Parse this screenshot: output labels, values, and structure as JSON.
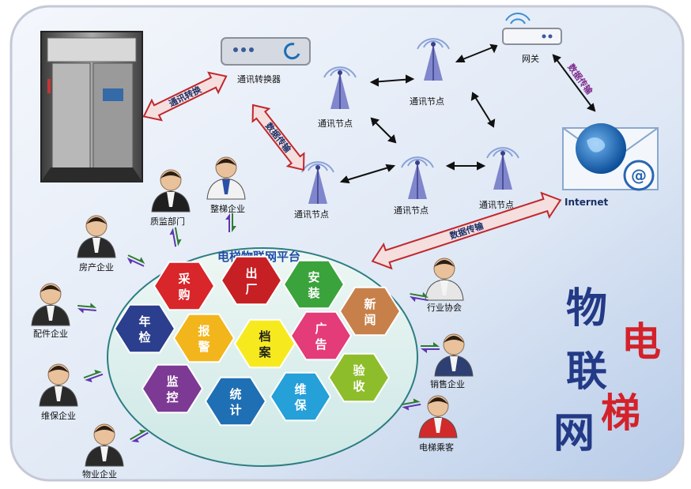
{
  "nodes": {
    "converter": "通讯转换器",
    "gateway": "网关",
    "node_labels": [
      "通讯节点",
      "通讯节点",
      "通讯节点",
      "通讯节点",
      "通讯节点"
    ],
    "internet": "Internet"
  },
  "links": {
    "comm_convert": "通讯转换",
    "data_transfer_1": "数据传输",
    "data_transfer_2": "数据传输",
    "data_transfer_3": "数据传输"
  },
  "platform": {
    "title": "电梯物联网平台",
    "modules": [
      {
        "line1": "采",
        "line2": "购",
        "color": "#d8262a"
      },
      {
        "line1": "出",
        "line2": "厂",
        "color": "#c62025"
      },
      {
        "line1": "安",
        "line2": "装",
        "color": "#3aa33b"
      },
      {
        "line1": "新",
        "line2": "闻",
        "color": "#c8804a"
      },
      {
        "line1": "年",
        "line2": "检",
        "color": "#2b3f8e"
      },
      {
        "line1": "报",
        "line2": "警",
        "color": "#f2b51c"
      },
      {
        "line1": "档",
        "line2": "案",
        "color": "#f6ea1f"
      },
      {
        "line1": "广",
        "line2": "告",
        "color": "#e43b79"
      },
      {
        "line1": "验",
        "line2": "收",
        "color": "#8ebd2b"
      },
      {
        "line1": "监",
        "line2": "控",
        "color": "#7d3a94"
      },
      {
        "line1": "统",
        "line2": "计",
        "color": "#1f6fb4"
      },
      {
        "line1": "维",
        "line2": "保",
        "color": "#25a0d9"
      }
    ]
  },
  "stakeholders": {
    "left": [
      "房产企业",
      "配件企业",
      "维保企业",
      "物业企业"
    ],
    "top": [
      "质监部门",
      "整梯企业"
    ],
    "right": [
      "行业协会",
      "销售企业",
      "电梯乘客"
    ]
  },
  "brand": {
    "chars": [
      "物",
      "联",
      "网"
    ],
    "accent_chars": [
      "电",
      "梯"
    ]
  },
  "colors": {
    "frame_bg": "#e9eff8",
    "arrow_fill": "#f5dede",
    "arrow_stroke": "#c0282c",
    "tower": "#6f74c4",
    "accent_red": "#d3222a"
  }
}
